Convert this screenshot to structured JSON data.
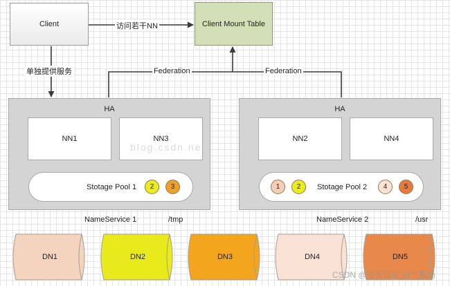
{
  "client": {
    "label": "Client"
  },
  "mount_table": {
    "label": "Client Mount Table"
  },
  "edges": {
    "client_to_mount": "访问若干NN",
    "client_service": "单独提供服务",
    "federation_left": "Federation",
    "federation_right": "Federation"
  },
  "nameservices": [
    {
      "ha_label": "HA",
      "namenodes": [
        "NN1",
        "NN3"
      ],
      "pool": {
        "label": "Stotage Pool 1",
        "disks": [
          "2",
          "3"
        ]
      },
      "caption": "NameService 1",
      "mount_path": "/tmp"
    },
    {
      "ha_label": "HA",
      "namenodes": [
        "NN2",
        "NN4"
      ],
      "pool": {
        "label": "Stotage Pool 2",
        "disks_left": [
          "1",
          "2"
        ],
        "disks_right": [
          "4",
          "5"
        ]
      },
      "caption": "NameService 2",
      "mount_path": "/usr"
    }
  ],
  "datanodes": [
    {
      "label": "DN1",
      "color": "#f5d4bf"
    },
    {
      "label": "DN2",
      "color": "#e9ea1c"
    },
    {
      "label": "DN3",
      "color": "#f3a51e"
    },
    {
      "label": "DN4",
      "color": "#f9e2d5"
    },
    {
      "label": "DN5",
      "color": "#e8884a"
    }
  ],
  "disk_colors": {
    "1": "#f6cdb5",
    "2": "#ecec1e",
    "3": "#eba12a",
    "4": "#fbe2d5",
    "5": "#e57c3e"
  },
  "watermarks": {
    "center": "blog.csdn.ne",
    "corner": "CSDN @冬天雨夜 白气飘扬"
  }
}
